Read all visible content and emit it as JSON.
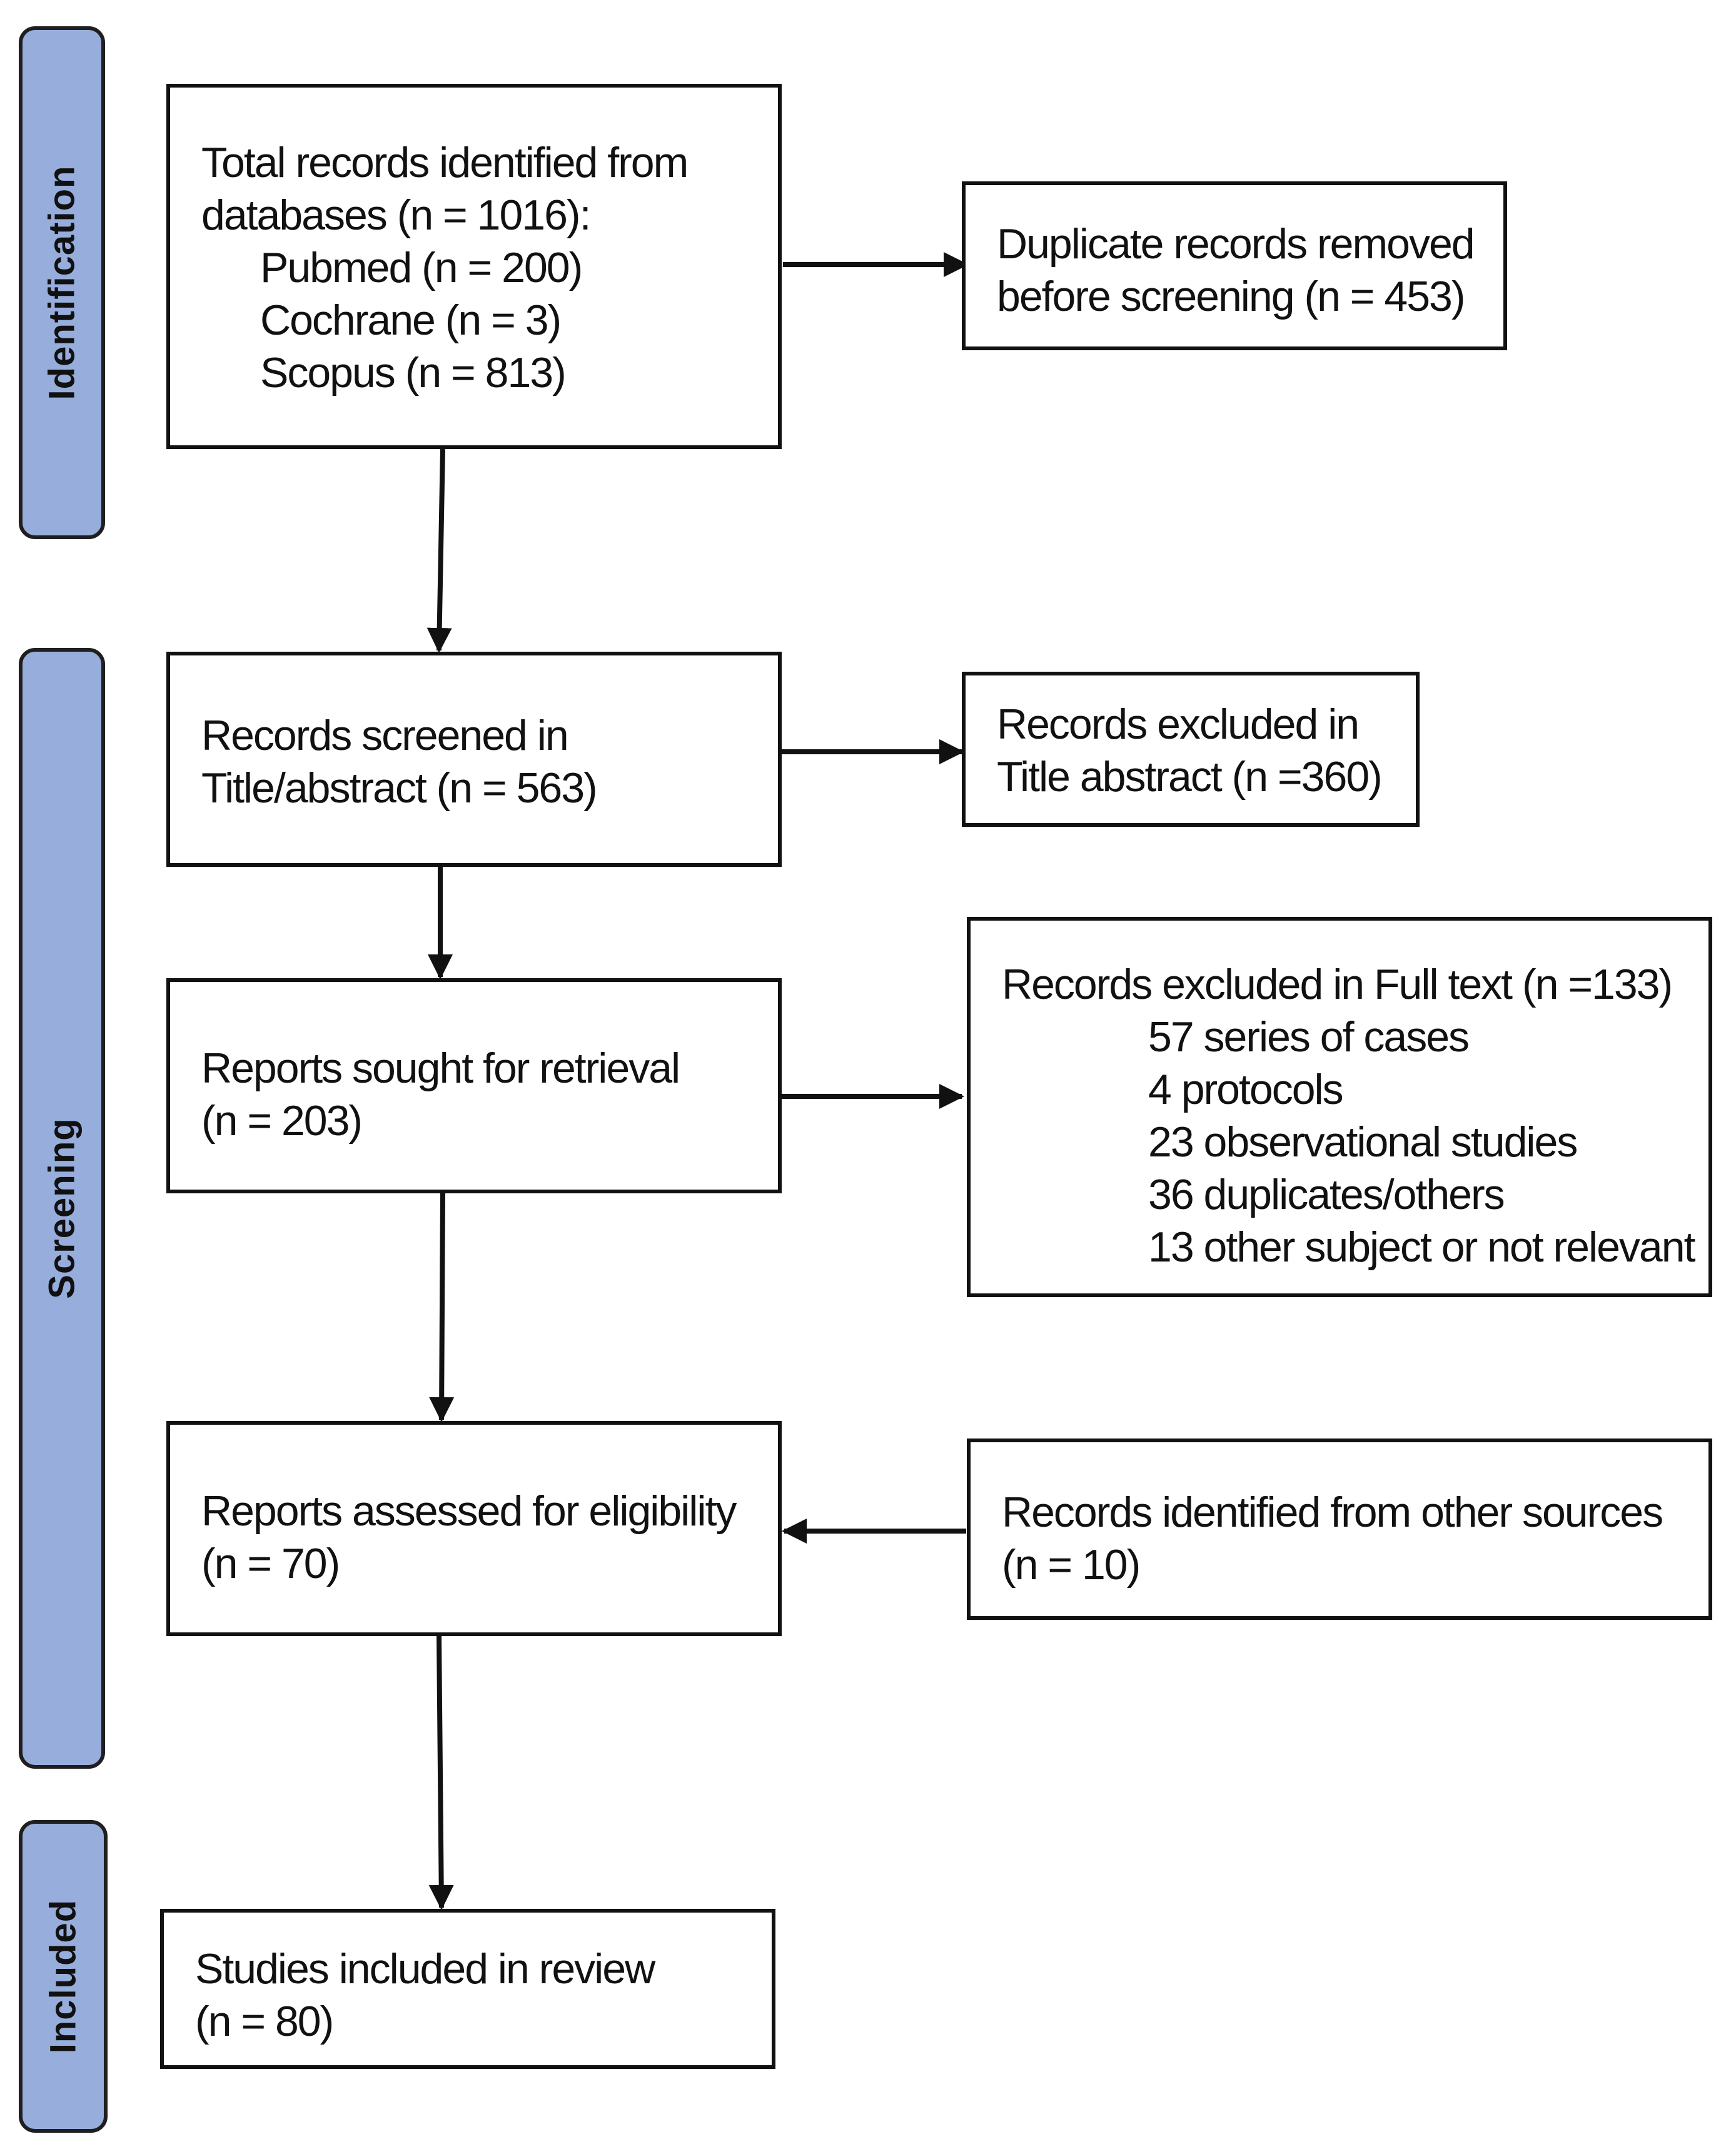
{
  "phases": {
    "identification": "Identification",
    "screening": "Screening",
    "included": "Included"
  },
  "boxes": {
    "total_records": {
      "line1": "Total records identified from",
      "line2": "databases (n = 1016):",
      "sources": [
        "Pubmed (n = 200)",
        "Cochrane (n = 3)",
        "Scopus (n = 813)"
      ]
    },
    "duplicates_removed": {
      "line1": "Duplicate records removed",
      "line2": "before screening (n = 453)"
    },
    "records_screened": {
      "line1": "Records screened in",
      "line2": "Title/abstract (n = 563)"
    },
    "excluded_title_abstract": {
      "line1": "Records excluded in",
      "line2": "Title abstract (n =360)"
    },
    "reports_sought": {
      "line1": "Reports sought for retrieval",
      "line2": "(n = 203)"
    },
    "excluded_full_text": {
      "header": "Records excluded in Full text (n =133)",
      "reasons": [
        "57 series of cases",
        "4 protocols",
        "23 observational studies",
        "36 duplicates/others",
        "13 other subject or not relevant"
      ]
    },
    "reports_assessed": {
      "line1": "Reports assessed for eligibility",
      "line2": "(n = 70)"
    },
    "other_sources": {
      "line1": "Records identified from other sources",
      "line2": " (n = 10)"
    },
    "studies_included": {
      "line1": "Studies included in review",
      "line2": "(n = 80)"
    }
  },
  "colors": {
    "phase_fill": "#97aedd",
    "border": "#111111",
    "arrow": "#111111"
  }
}
